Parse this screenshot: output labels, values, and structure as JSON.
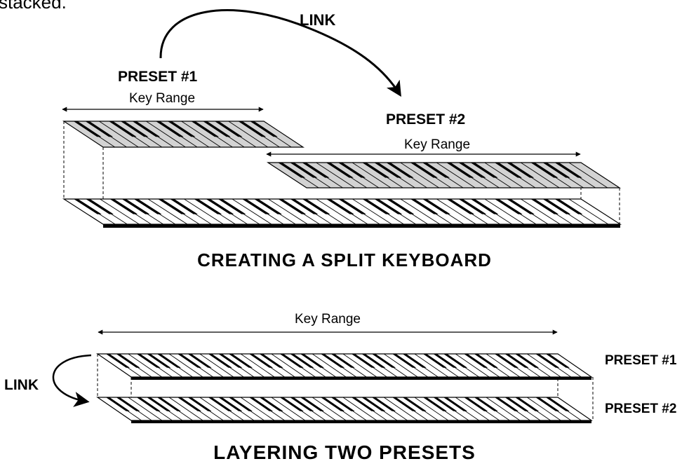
{
  "top_partial_text": "stacked.",
  "split": {
    "link_label": "LINK",
    "preset1_label": "PRESET #1",
    "preset1_range": "Key Range",
    "preset2_label": "PRESET #2",
    "preset2_range": "Key Range",
    "caption": "CREATING A SPLIT KEYBOARD"
  },
  "layer": {
    "range_label": "Key Range",
    "link_label": "LINK",
    "preset1_label": "PRESET #1",
    "preset2_label": "PRESET #2",
    "caption": "LAYERING TWO PRESETS"
  },
  "colors": {
    "ink": "#000000",
    "preset_fill": "#d3d3d3",
    "key_fill": "#ffffff"
  }
}
